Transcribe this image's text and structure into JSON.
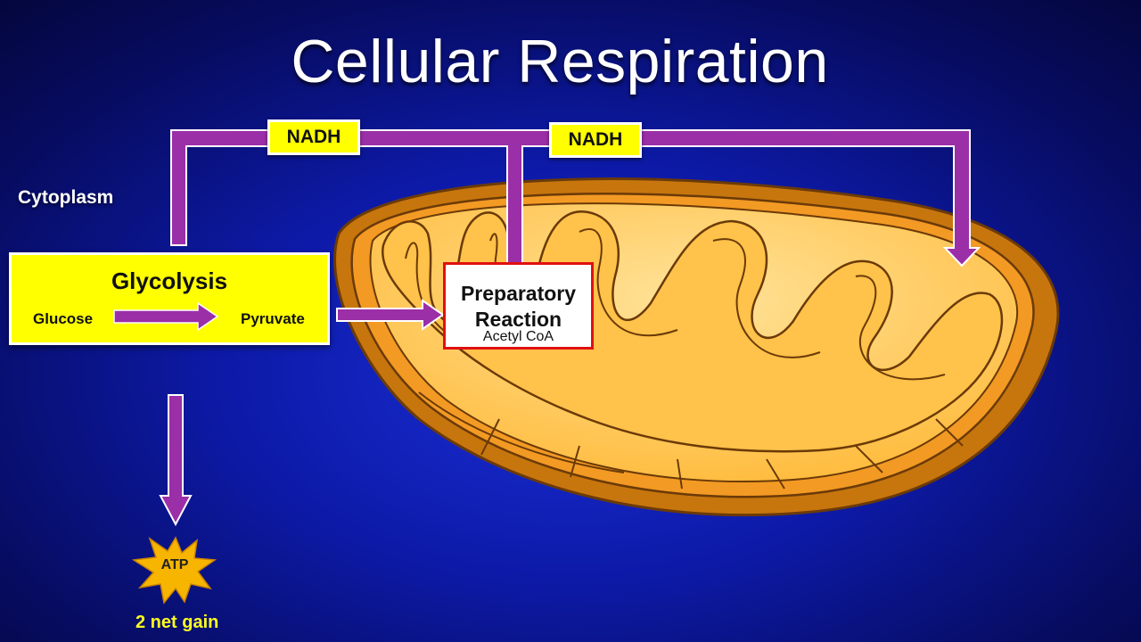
{
  "title": "Cellular Respiration",
  "region_label": "Cytoplasm",
  "glycolysis": {
    "title": "Glycolysis",
    "input": "Glucose",
    "output": "Pyruvate"
  },
  "nadh_labels": [
    "NADH",
    "NADH"
  ],
  "preparatory_reaction": {
    "title_line1": "Preparatory",
    "title_line2": "Reaction",
    "product": "Acetyl CoA"
  },
  "atp": {
    "label": "ATP",
    "caption": "2 net gain"
  },
  "colors": {
    "background": "#0d1aa8",
    "arrow": "#9b2fa8",
    "highlight_box": "#ffff00",
    "prep_border": "#e01010",
    "mitochondrion": "#f5a623",
    "atp_star": "#f5b400",
    "caption": "#ffff22"
  }
}
